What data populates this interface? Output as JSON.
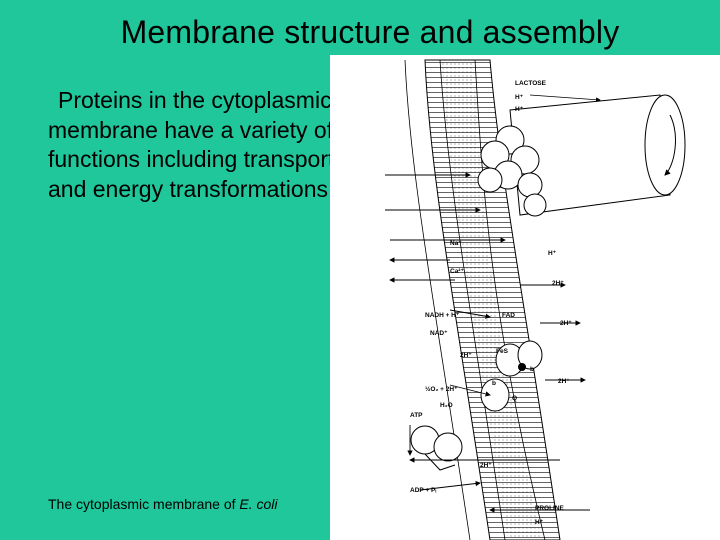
{
  "slide": {
    "title": "Membrane structure and assembly",
    "body": "Proteins in the cytoplasmic membrane have a variety of functions including transport and energy transformations",
    "caption_prefix": "The cytoplasmic membrane of ",
    "caption_species": "E. coli"
  },
  "figure": {
    "labels": {
      "lactose": "LACTOSE",
      "h1": "H⁺",
      "h2": "H⁺",
      "na": "Na⁺",
      "ca": "Ca²⁺",
      "h3": "H⁺",
      "two_h1": "2H⁺",
      "nadh": "NADH + H⁺",
      "fad": "FAD",
      "two_h2": "2H⁺",
      "nad": "NAD⁺",
      "fes": "FeS",
      "two_h3": "2H⁺",
      "half_o2": "½O₂ + 2H⁺",
      "two_h4": "2H⁺",
      "h2o": "H₂O",
      "atp": "ATP",
      "two_h5": "2H⁺",
      "adp": "ADP + Pᵢ",
      "proline": "PROLINE",
      "h4": "H⁺",
      "b1": "b",
      "b2": "b",
      "q": "Q"
    }
  }
}
